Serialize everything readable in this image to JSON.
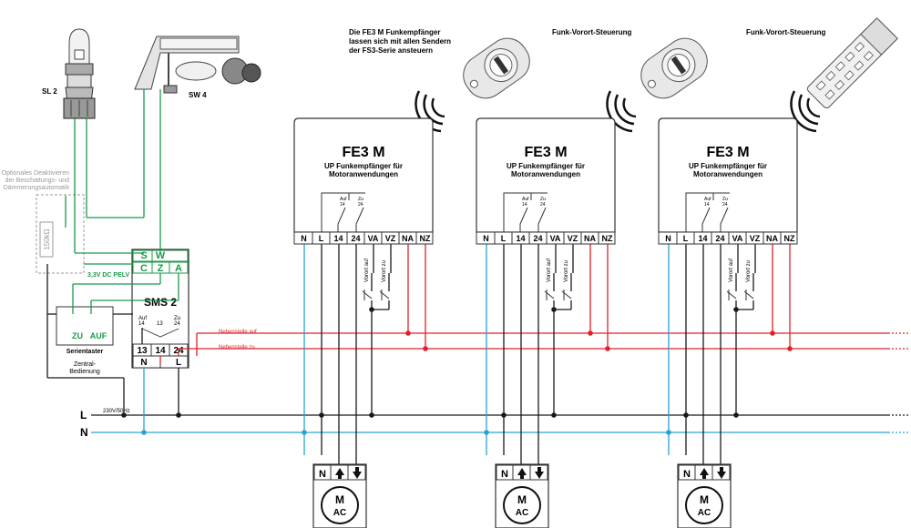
{
  "title_notes": {
    "fe3m_info_line1": "Die FE3 M Funkempfänger",
    "fe3m_info_line2": "lassen sich mit allen Sendern",
    "fe3m_info_line3": "der FS3-Serie ansteuern",
    "remote_label": "Funk-Vorort-Steuerung"
  },
  "sensors": {
    "sl2": "SL 2",
    "sw4": "SW 4",
    "optional_line1": "Optionales Deaktivieren",
    "optional_line2": "der Beschattungs- und",
    "optional_line3": "Dämmerungsautomatik",
    "resistor": "150kΩ"
  },
  "sms2": {
    "name": "SMS 2",
    "terminals_top": [
      "S",
      "W",
      "C",
      "Z",
      "A"
    ],
    "pelv": "3,3V DC PELV",
    "auf": "Auf",
    "auf_num": "14",
    "mid_num": "13",
    "zu": "Zu",
    "zu_num": "24",
    "terminals_bottom": [
      "13",
      "14",
      "24"
    ],
    "terminals_power": [
      "N",
      "L"
    ]
  },
  "taster": {
    "zu": "ZU",
    "auf": "AUF",
    "label": "Serientaster",
    "central1": "Zentral-",
    "central2": "Bedienung"
  },
  "buses": {
    "nebenstelle_auf": "Nebenstelle auf",
    "nebenstelle_zu": "Nebenstelle zu",
    "supply": "230V/50Hz",
    "L": "L",
    "N": "N"
  },
  "receiver": {
    "name": "FE3 M",
    "desc1": "UP Funkempfänger für",
    "desc2": "Motoranwendungen",
    "auf": "Auf",
    "auf_num": "14",
    "zu": "Zu",
    "zu_num": "24",
    "terminals": [
      "N",
      "L",
      "14",
      "24",
      "VA",
      "VZ",
      "NA",
      "NZ"
    ],
    "vorort_auf": "Vorort auf",
    "vorort_zu": "Vorort zu"
  },
  "motor": {
    "terminal_n": "N",
    "m": "M",
    "ac": "AC"
  },
  "colors": {
    "wire_black": "#1a1a1a",
    "wire_blue": "#2aa0d8",
    "wire_red": "#e0202a",
    "wire_green": "#1a9a4a",
    "terminal_green": "#1a9a4a",
    "dashed_grey": "#999999"
  }
}
